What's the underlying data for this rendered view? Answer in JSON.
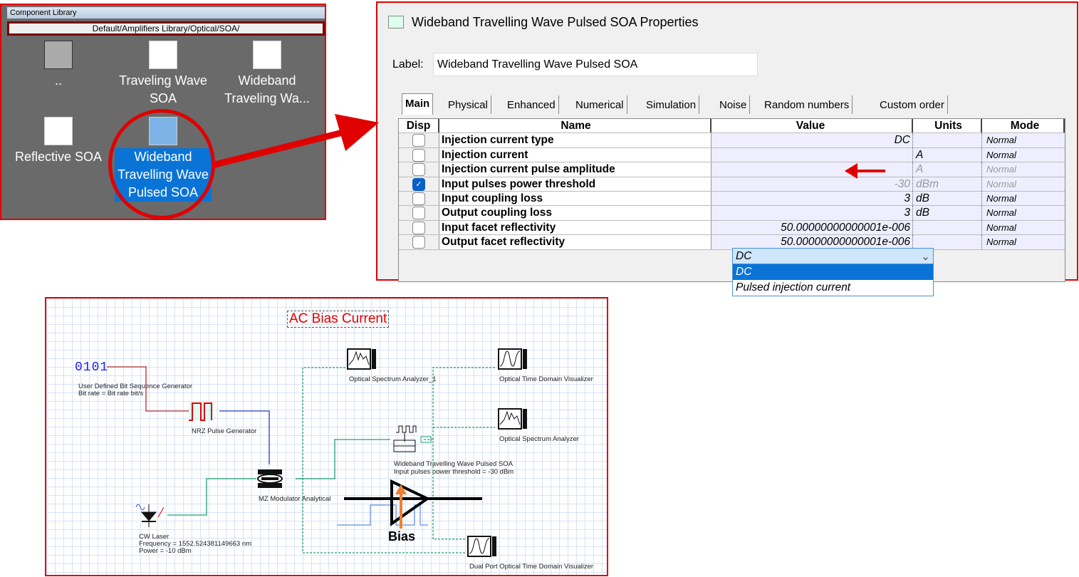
{
  "library": {
    "title": "Component Library",
    "path": "Default/Amplifiers Library/Optical/SOA/",
    "items": [
      {
        "label": "..",
        "icon": "folder-up-icon"
      },
      {
        "label": "Traveling Wave SOA",
        "icon": "amplifier-icon"
      },
      {
        "label": "Wideband Traveling Wa...",
        "icon": "soa-icon"
      },
      {
        "label": "Reflective SOA",
        "icon": "soa-icon"
      },
      {
        "label": "Wideband Travelling Wave Pulsed SOA",
        "icon": "pulsed-soa-icon",
        "selected": true
      }
    ]
  },
  "properties": {
    "title": "Wideband Travelling Wave Pulsed SOA Properties",
    "label_caption": "Label:",
    "label_value": "Wideband Travelling Wave Pulsed SOA",
    "tabs": [
      "Main",
      "Physical",
      "Enhanced",
      "Numerical",
      "Simulation",
      "Noise",
      "Random numbers",
      "Custom order"
    ],
    "active_tab": "Main",
    "columns": [
      "Disp",
      "Name",
      "Value",
      "Units",
      "Mode"
    ],
    "rows": [
      {
        "disp": false,
        "name": "Injection current type",
        "value": "DC",
        "units": "",
        "mode": "Normal"
      },
      {
        "disp": false,
        "name": "Injection current",
        "value": "",
        "units": "A",
        "mode": "Normal"
      },
      {
        "disp": false,
        "name": "Injection current pulse amplitude",
        "value": "",
        "units": "A",
        "mode": "Normal",
        "disabled": true
      },
      {
        "disp": true,
        "name": "Input pulses power threshold",
        "value": "-30",
        "units": "dBm",
        "mode": "Normal",
        "disabled": true
      },
      {
        "disp": false,
        "name": "Input coupling loss",
        "value": "3",
        "units": "dB",
        "mode": "Normal"
      },
      {
        "disp": false,
        "name": "Output coupling loss",
        "value": "3",
        "units": "dB",
        "mode": "Normal"
      },
      {
        "disp": false,
        "name": "Input facet reflectivity",
        "value": "50.00000000000001e-006",
        "units": "",
        "mode": "Normal"
      },
      {
        "disp": false,
        "name": "Output facet reflectivity",
        "value": "50.00000000000001e-006",
        "units": "",
        "mode": "Normal"
      }
    ],
    "dropdown": {
      "selected": "DC",
      "options": [
        "DC",
        "Pulsed injection current"
      ]
    }
  },
  "schematic": {
    "title": "AC Bias Current",
    "bits": "0101",
    "bitgen": [
      "User Defined Bit Sequence Generator",
      "Bit rate = Bit rate  bit/s"
    ],
    "nrz": "NRZ Pulse Generator",
    "mz": "MZ Modulator Analytical",
    "laser": [
      "CW Laser",
      "Frequency = 1552.524381149663  nm",
      "Power = -10  dBm"
    ],
    "soa": [
      "Wideband Travelling Wave Pulsed SOA",
      "Input pulses power threshold = -30  dBm"
    ],
    "osa1": "Optical Spectrum Analyzer_1",
    "otdv": "Optical Time Domain Visualizer",
    "osa": "Optical Spectrum Analyzer",
    "dual": "Dual Port Optical Time Domain Visualizer",
    "bias": "Bias"
  },
  "colors": {
    "highlight": "#e00000",
    "selection": "#0a74d6",
    "bias_arrow": "#f08030"
  }
}
